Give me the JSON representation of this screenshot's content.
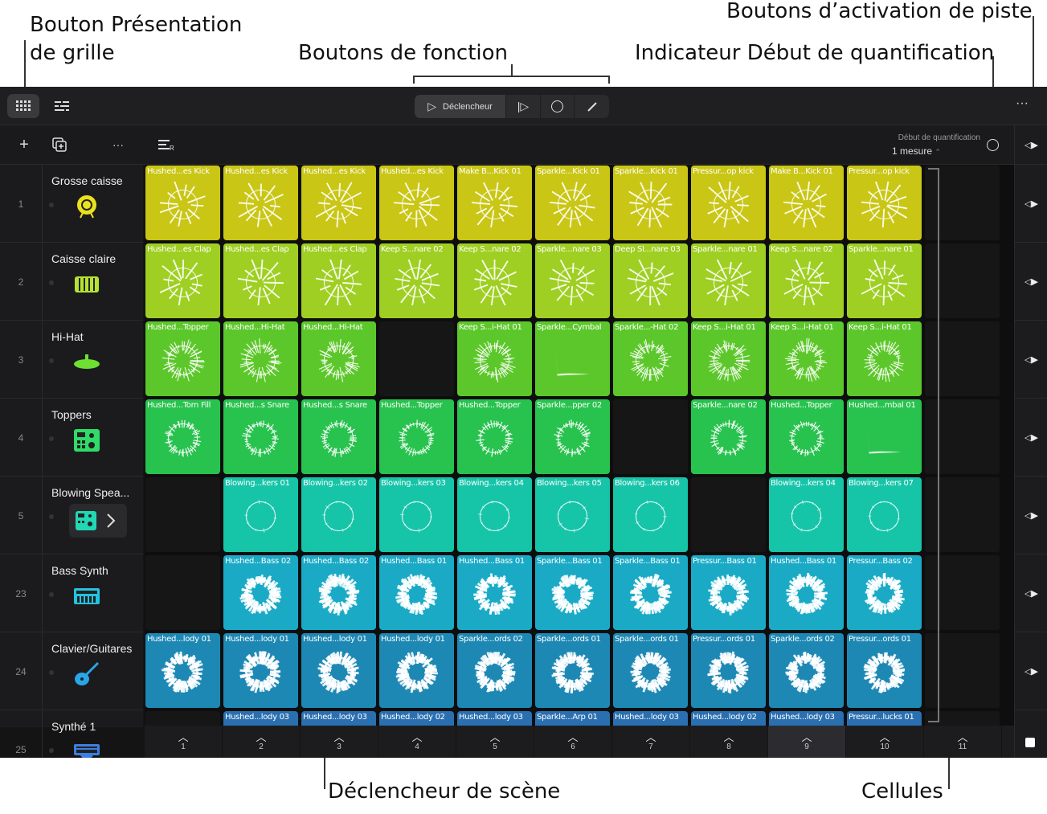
{
  "callouts": {
    "grid_view": "Bouton Présentation\nde grille",
    "function": "Boutons de fonction",
    "quant": "Indicateur Début de quantification",
    "activation": "Boutons d’activation de piste",
    "scene": "Déclencheur de scène",
    "cells": "Cellules"
  },
  "toolbar": {
    "trigger_label": "Déclencheur"
  },
  "quantize": {
    "label": "Début de quantification",
    "value": "1 mesure"
  },
  "tracks": [
    {
      "num": "1",
      "name": "Grosse caisse"
    },
    {
      "num": "2",
      "name": "Caisse claire"
    },
    {
      "num": "3",
      "name": "Hi-Hat"
    },
    {
      "num": "4",
      "name": "Toppers"
    },
    {
      "num": "5",
      "name": "Blowing Spea..."
    },
    {
      "num": "23",
      "name": "Bass Synth"
    },
    {
      "num": "24",
      "name": "Clavier/Guitares"
    },
    {
      "num": "25",
      "name": "Synthé 1"
    }
  ],
  "rows": [
    [
      "Hushed...es Kick",
      "Hushed...es Kick",
      "Hushed...es Kick",
      "Hushed...es Kick",
      "Make B...Kick 01",
      "Sparkle...Kick 01",
      "Sparkle...Kick 01",
      "Pressur...op kick",
      "Make B...Kick 01",
      "Pressur...op kick"
    ],
    [
      "Hushed...es Clap",
      "Hushed...es Clap",
      "Hushed...es Clap",
      "Keep S...nare 02",
      "Keep S...nare 02",
      "Sparkle...nare 03",
      "Deep Sl...nare 03",
      "Sparkle...nare 01",
      "Keep S...nare 02",
      "Sparkle...nare 01"
    ],
    [
      "Hushed...Topper",
      "Hushed...Hi-Hat",
      "Hushed...Hi-Hat",
      "",
      "Keep S...i-Hat 01",
      "Sparkle...Cymbal",
      "Sparkle...-Hat 02",
      "Keep S...i-Hat 01",
      "Keep S...i-Hat 01",
      "Keep S...i-Hat 01"
    ],
    [
      "Hushed...Tom Fill",
      "Hushed...s Snare",
      "Hushed...s Snare",
      "Hushed...Topper",
      "Hushed...Topper",
      "Sparkle...pper 02",
      "",
      "Sparkle...nare 02",
      "Hushed...Topper",
      "Hushed...mbal 01"
    ],
    [
      "",
      "Blowing...kers 01",
      "Blowing...kers 02",
      "Blowing...kers 03",
      "Blowing...kers 04",
      "Blowing...kers 05",
      "Blowing...kers 06",
      "",
      "Blowing...kers 04",
      "Blowing...kers 07"
    ],
    [
      "",
      "Hushed...Bass 02",
      "Hushed...Bass 02",
      "Hushed...Bass 01",
      "Hushed...Bass 01",
      "Sparkle...Bass 01",
      "Sparkle...Bass 01",
      "Pressur...Bass 01",
      "Hushed...Bass 01",
      "Pressur...Bass 02"
    ],
    [
      "Hushed...lody 01",
      "Hushed...lody 01",
      "Hushed...lody 01",
      "Hushed...lody 01",
      "Sparkle...ords 02",
      "Sparkle...ords 01",
      "Sparkle...ords 01",
      "Pressur...ords 01",
      "Sparkle...ords 02",
      "Pressur...ords 01"
    ],
    [
      "",
      "Hushed...lody 03",
      "Hushed...lody 03",
      "Hushed...lody 02",
      "Hushed...lody 03",
      "Sparkle...Arp 01",
      "Hushed...lody 03",
      "Hushed...lody 02",
      "Hushed...lody 03",
      "Pressur...lucks 01"
    ]
  ],
  "row_colors": [
    "#c9c615",
    "#9fcf22",
    "#5cc72a",
    "#28c24e",
    "#16c4a8",
    "#1aaac6",
    "#1e88b4",
    "#2a6fb0"
  ],
  "scenes": [
    "1",
    "2",
    "3",
    "4",
    "5",
    "6",
    "7",
    "8",
    "9",
    "10",
    "11"
  ]
}
